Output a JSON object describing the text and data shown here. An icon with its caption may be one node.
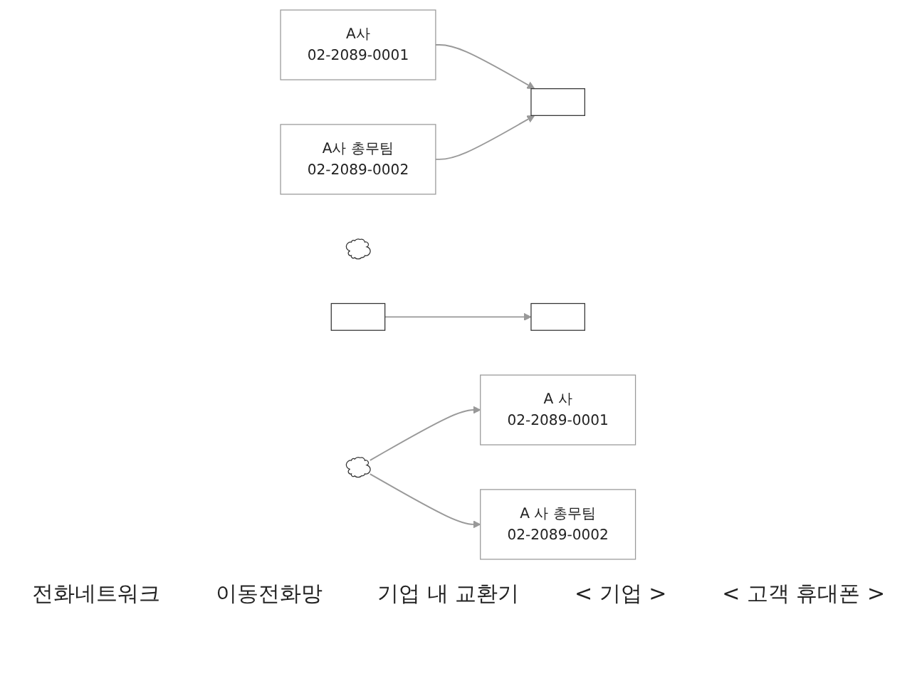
{
  "diagram": {
    "nodes": [
      {
        "text": [
          "A사",
          "02-2089-0001"
        ]
      },
      {
        "text": [
          "A사 총무팀",
          "02-2089-0002"
        ]
      },
      {
        "text": [],
        "shape": "box"
      },
      {
        "text": [],
        "shape": "cloud"
      },
      {
        "text": [],
        "shape": "box"
      },
      {
        "text": [],
        "shape": "box"
      },
      {
        "text": [],
        "shape": "cloud"
      },
      {
        "text": [
          "A 사",
          "02-2089-0001"
        ]
      },
      {
        "text": [
          "A 사 총무팀",
          "02-2089-0002"
        ]
      }
    ],
    "edges": [
      {
        "from": 0,
        "to": 2,
        "arrow": "to"
      },
      {
        "from": 1,
        "to": 2,
        "arrow": "to"
      },
      {
        "from": 4,
        "to": 5,
        "arrow": "to"
      },
      {
        "from": 6,
        "to": 7,
        "arrow": "to"
      },
      {
        "from": 6,
        "to": 8,
        "arrow": "to"
      }
    ],
    "labels": [
      "전화네트워크",
      "이동전화망",
      "기업 내 교환기",
      "< 기업 >",
      "< 고객 휴대폰 >"
    ]
  }
}
